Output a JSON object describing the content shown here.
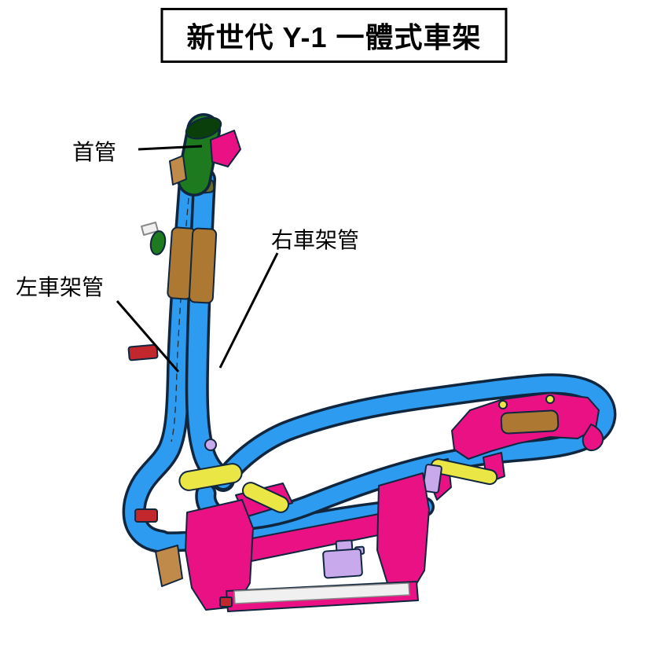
{
  "title": "新世代 Y-1 一體式車架",
  "diagram": {
    "description": "CAD rendering of one-piece scooter frame",
    "labels": {
      "head_tube": "首管",
      "right_frame_tube": "右車架管",
      "left_frame_tube": "左車架管"
    }
  },
  "colors": {
    "tube_blue": "#2D9BF0",
    "head_tube_green": "#1E7A1E",
    "head_tube_opening": "#0A3F0A",
    "subframe_magenta": "#EA1184",
    "sleeve_brown": "#AD7832",
    "accent_yellow": "#E9E645",
    "bracket_purple": "#C7A9EC",
    "accent_red": "#C1272D",
    "crossbar_gray": "#F0F0F0"
  }
}
